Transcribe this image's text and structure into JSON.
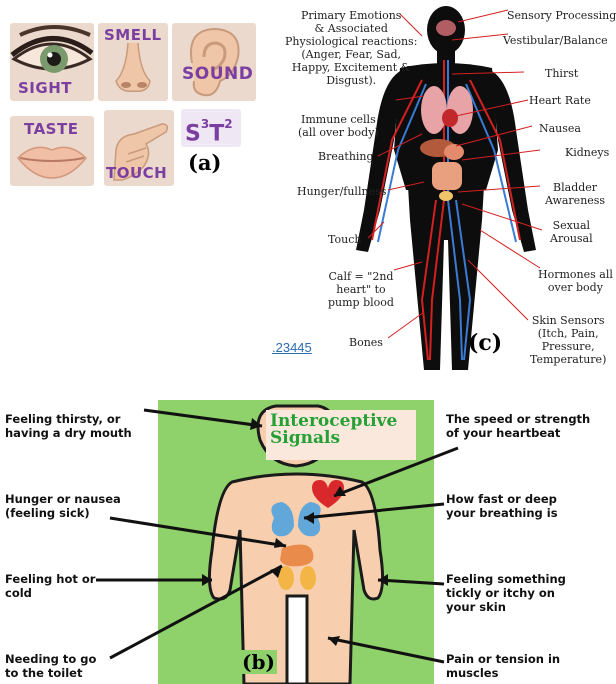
{
  "panel_a": {
    "tiles": [
      {
        "label": "SIGHT",
        "icon": "eye-icon"
      },
      {
        "label": "SMELL",
        "icon": "nose-icon"
      },
      {
        "label": "SOUND",
        "icon": "ear-icon"
      },
      {
        "label": "TASTE",
        "icon": "lips-icon"
      },
      {
        "label": "TOUCH",
        "icon": "hand-icon"
      }
    ],
    "s3t2": {
      "base1": "S",
      "sup1": "3",
      "base2": "T",
      "sup2": "2"
    },
    "tag": "(a)"
  },
  "panel_c": {
    "tag": "(c)",
    "link": ".23445",
    "left_labels": [
      "Primary Emotions\n& Associated\nPhysiological reactions:\n(Anger, Fear, Sad,\nHappy, Excitement &\nDisgust).",
      "Immune cells\n(all over body)",
      "Breathing",
      "Hunger/fullness",
      "Touch",
      "Calf = \"2nd\nheart\" to\npump blood",
      "Bones"
    ],
    "right_labels": [
      "Sensory Processing",
      "Vestibular/Balance",
      "Thirst",
      "Heart Rate",
      "Nausea",
      "Kidneys",
      "Bladder\nAwareness",
      "Sexual\nArousal",
      "Hormones all\nover body",
      "Skin Sensors\n(Itch, Pain,\nPressure,\nTemperature)"
    ],
    "colors": {
      "body": "#0d0d0d",
      "artery": "#d32020",
      "vein": "#3a7bd5"
    }
  },
  "panel_b": {
    "title": "Interoceptive Signals",
    "tag": "(b)",
    "left_labels": [
      "Feeling thirsty, or\nhaving a dry mouth",
      "Hunger or nausea\n(feeling sick)",
      "Feeling hot or\ncold",
      "Needing to go\nto the toilet"
    ],
    "right_labels": [
      "The speed or strength\nof your heartbeat",
      "How fast or deep\nyour breathing is",
      "Feeling something\ntickly or itchy on\nyour skin",
      "Pain or tension in\nmuscles"
    ],
    "colors": {
      "background": "#8fd16a",
      "skin": "#f7cfae",
      "title_text": "#25a035"
    }
  }
}
